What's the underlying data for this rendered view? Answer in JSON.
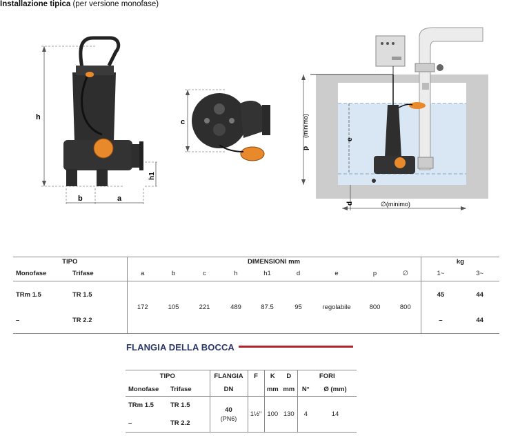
{
  "header": {
    "title_bold": "Installazione tipica",
    "title_rest": " (per versione monofase)"
  },
  "drawing_labels": {
    "h": "h",
    "h1": "h1",
    "b": "b",
    "a": "a",
    "c": "c",
    "p": "p",
    "p_note": "(minimo)",
    "e": "e",
    "d": "d",
    "diam_min": "∅(minimo)"
  },
  "dimensions_table": {
    "tipo_header": "TIPO",
    "dim_header": "DIMENSIONI mm",
    "kg_header": "kg",
    "monofase_label": "Monofase",
    "trifase_label": "Trifase",
    "columns": [
      "a",
      "b",
      "c",
      "h",
      "h1",
      "d",
      "e",
      "p",
      "∅"
    ],
    "kg_columns": [
      "1~",
      "3~"
    ],
    "rows": [
      {
        "monofase": "TRm 1.5",
        "trifase": "TR 1.5",
        "kg1": "45",
        "kg3": "44"
      },
      {
        "monofase": "–",
        "trifase": "TR 2.2",
        "kg1": "–",
        "kg3": "44"
      }
    ],
    "shared_values": [
      "172",
      "105",
      "221",
      "489",
      "87.5",
      "95",
      "regolabile",
      "800",
      "800"
    ]
  },
  "flangia": {
    "title": "FLANGIA DELLA BOCCA",
    "headers": {
      "tipo": "TIPO",
      "flangia": "FLANGIA",
      "dn": "DN",
      "f": "F",
      "k": "K",
      "d": "D",
      "fori": "FORI",
      "monofase": "Monofase",
      "trifase": "Trifase",
      "k_unit": "mm",
      "d_unit": "mm",
      "n": "N°",
      "diam": "Ø (mm)"
    },
    "rows": [
      {
        "monofase": "TRm 1.5",
        "trifase": "TR 1.5"
      },
      {
        "monofase": "–",
        "trifase": "TR 2.2"
      }
    ],
    "values": {
      "dn": "40",
      "pn": "(PN6)",
      "f": "1½\"",
      "k": "100",
      "d": "130",
      "n": "4",
      "diam": "14"
    }
  },
  "colors": {
    "accent_orange": "#e8892c",
    "pump_body": "#2e2e2e",
    "water": "#d8e7f3",
    "title_blue": "#2a3568",
    "rule_red": "#b0232a"
  }
}
